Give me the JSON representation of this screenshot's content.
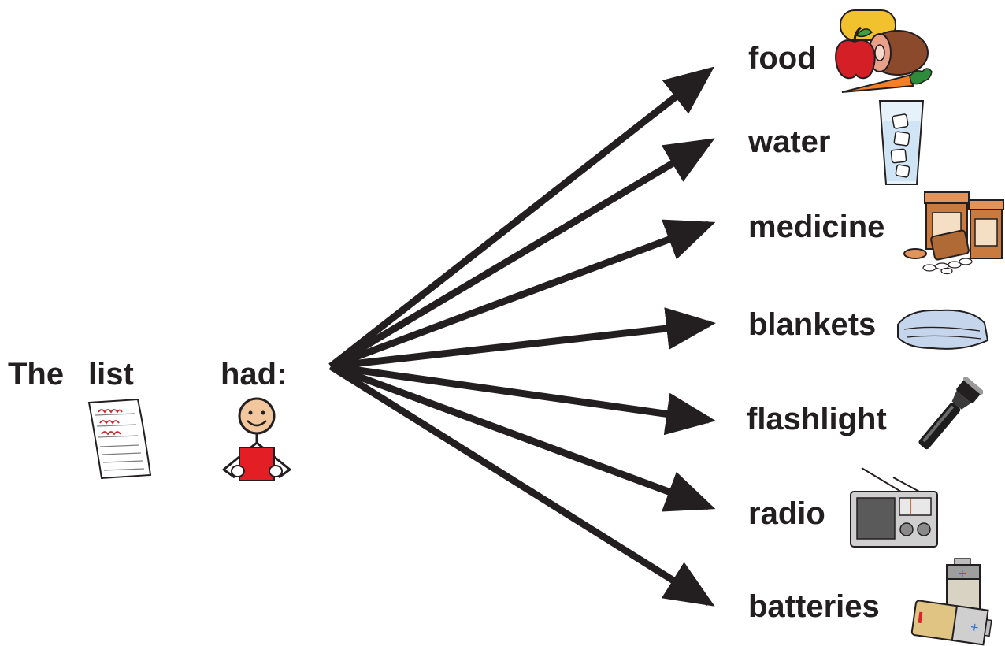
{
  "sentence": {
    "words": [
      "The",
      "list",
      "had:"
    ]
  },
  "items": [
    {
      "label": "food",
      "icon": "food-icon"
    },
    {
      "label": "water",
      "icon": "water-glass-icon"
    },
    {
      "label": "medicine",
      "icon": "medicine-bottles-icon"
    },
    {
      "label": "blankets",
      "icon": "blanket-icon"
    },
    {
      "label": "flashlight",
      "icon": "flashlight-icon"
    },
    {
      "label": "radio",
      "icon": "radio-icon"
    },
    {
      "label": "batteries",
      "icon": "batteries-icon"
    }
  ],
  "colors": {
    "text": "#231f20",
    "arrow": "#231f20",
    "list_ink": "#c8282d",
    "book": "#e31e24",
    "skin": "#f2c79e"
  }
}
